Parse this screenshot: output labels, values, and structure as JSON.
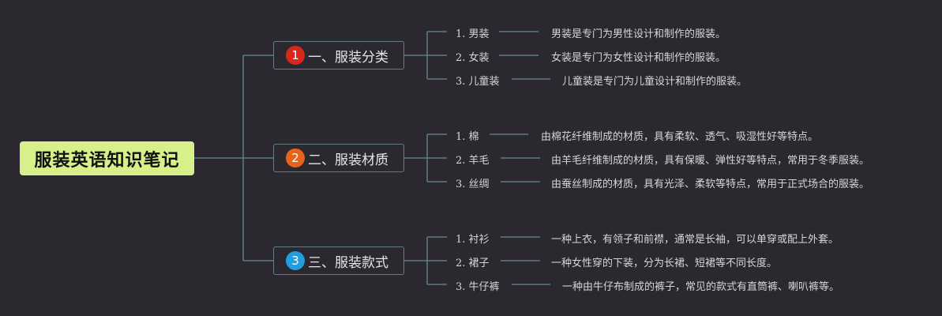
{
  "root": {
    "title": "服装英语知识笔记"
  },
  "branches": [
    {
      "number": "1",
      "label": "一、服装分类",
      "color": "#d9271c",
      "items": [
        {
          "term": "1. 男装",
          "desc": "男装是专门为男性设计和制作的服装。"
        },
        {
          "term": "2. 女装",
          "desc": "女装是专门为女性设计和制作的服装。"
        },
        {
          "term": "3. 儿童装",
          "desc": "儿童装是专门为儿童设计和制作的服装。"
        }
      ]
    },
    {
      "number": "2",
      "label": "二、服装材质",
      "color": "#e8621a",
      "items": [
        {
          "term": "1. 棉",
          "desc": "由棉花纤维制成的材质，具有柔软、透气、吸湿性好等特点。"
        },
        {
          "term": "2. 羊毛",
          "desc": "由羊毛纤维制成的材质，具有保暖、弹性好等特点，常用于冬季服装。"
        },
        {
          "term": "3. 丝绸",
          "desc": "由蚕丝制成的材质，具有光泽、柔软等特点，常用于正式场合的服装。"
        }
      ]
    },
    {
      "number": "3",
      "label": "三、服装款式",
      "color": "#1f9ee0",
      "items": [
        {
          "term": "1. 衬衫",
          "desc": "一种上衣，有领子和前襟，通常是长袖，可以单穿或配上外套。"
        },
        {
          "term": "2. 裙子",
          "desc": "一种女性穿的下装，分为长裙、短裙等不同长度。"
        },
        {
          "term": "3. 牛仔裤",
          "desc": "一种由牛仔布制成的裤子，常见的款式有直筒裤、喇叭裤等。"
        }
      ]
    }
  ],
  "colors": {
    "background": "#2b2830",
    "line": "#5f8f8e",
    "root_fill": "#d8f08a"
  }
}
